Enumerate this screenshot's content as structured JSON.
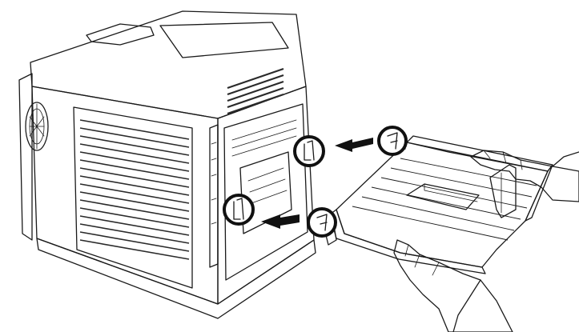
{
  "colors": {
    "line": "#1a1a1a",
    "tray_fill": "#c9e6cf",
    "tray_shadow": "#a9d2b2",
    "background": "#ffffff"
  },
  "icons": [
    "printer-illustration",
    "paper-tray-illustration",
    "left-arrow-icon",
    "callout-circle-icon",
    "hand-illustration"
  ]
}
